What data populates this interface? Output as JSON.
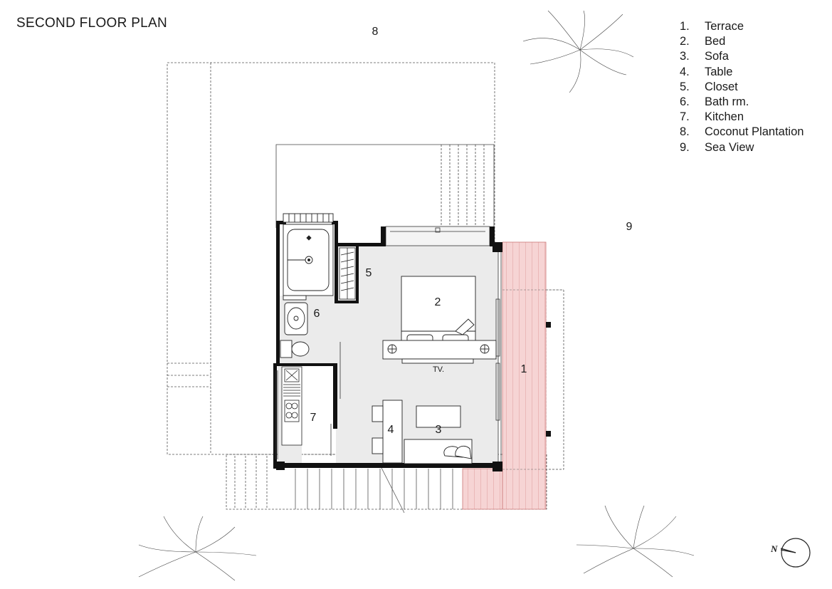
{
  "title": "SECOND FLOOR PLAN",
  "legend": [
    {
      "num": "1.",
      "label": "Terrace"
    },
    {
      "num": "2.",
      "label": "Bed"
    },
    {
      "num": "3.",
      "label": "Sofa"
    },
    {
      "num": "4.",
      "label": "Table"
    },
    {
      "num": "5.",
      "label": "Closet"
    },
    {
      "num": "6.",
      "label": "Bath rm."
    },
    {
      "num": "7.",
      "label": "Kitchen"
    },
    {
      "num": "8.",
      "label": "Coconut Plantation"
    },
    {
      "num": "9.",
      "label": "Sea View"
    }
  ],
  "room_labels": {
    "terrace": "1",
    "bed": "2",
    "sofa": "3",
    "table": "4",
    "closet": "5",
    "bath": "6",
    "kitchen": "7",
    "plantation": "8",
    "sea_view": "9",
    "tv": "TV."
  },
  "compass": {
    "north_label": "N"
  },
  "colors": {
    "terrace_fill": "#f6d4d4",
    "terrace_lines": "#d88c8c",
    "interior_fill": "#ebebeb",
    "wall": "#111111",
    "line": "#333333"
  }
}
